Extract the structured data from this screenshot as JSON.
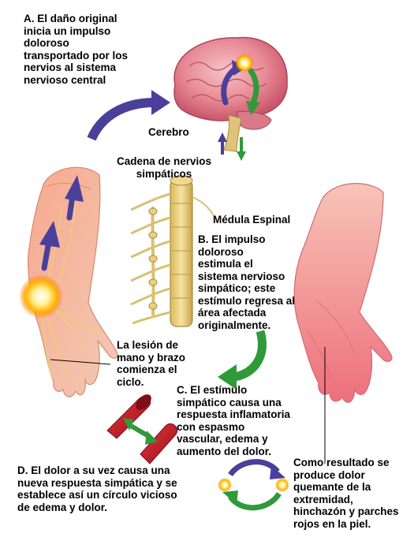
{
  "labels": {
    "a": "A. El daño original\ninicia un impulso\ndoloroso\ntransportado por los\nnervios al sistema\nnervioso central",
    "cerebro": "Cerebro",
    "cadena": "Cadena de nervios\nsimpáticos",
    "medula": "Médula Espinal",
    "b": "B. El impulso doloroso\nestimula el\nsistema nervioso\nsimpático; este\nestímulo regresa al\nárea afectada\noriginalmente.",
    "lesion": "La lesión de\nmano y brazo\ncomienza el\nciclo.",
    "c": "C. El estímulo\nsimpático causa una\nrespuesta inflamatoria\ncon    espasmo\nvascular, edema y\naumento del dolor.",
    "d": "D. El dolor a su vez causa una\nnueva respuesta simpática y se\nestablece así un círculo vicioso\nde edema y dolor.",
    "result": "Como resultado se\nproduce dolor\nquemante de la\nextremidad,\nhinchazón y parches\nrojos en la piel."
  },
  "icons": {
    "brain": "brain-icon",
    "spinal_cord": "spinal-cord-icon",
    "left_arm": "injured-arm-icon",
    "right_arm": "swollen-arm-icon",
    "blood_vessel": "blood-vessel-icon",
    "pain_spot": "pain-burst-icon"
  },
  "colors": {
    "arrow_purple": "#4a3f9a",
    "arrow_green": "#2e9a3a",
    "skin": "#f2b7a0",
    "inflamed_skin": "#ee6f7c",
    "brain_pink": "#e88a95",
    "spinal_yellow": "#e9d27f",
    "vessel_red": "#c8202a",
    "pain_glow": "#ffcf2e"
  }
}
